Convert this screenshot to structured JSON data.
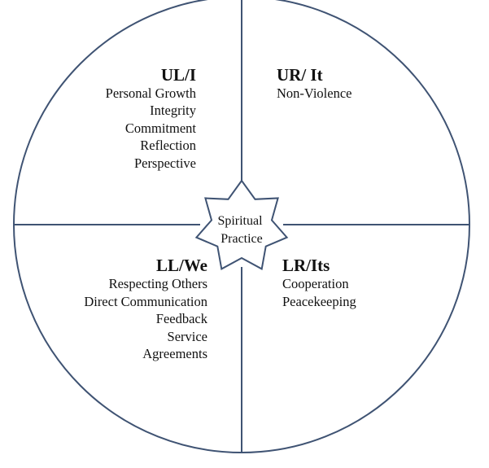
{
  "colors": {
    "outline": "#3f5373",
    "text": "#111111",
    "background": "#ffffff"
  },
  "quadrants": {
    "upper_left": {
      "heading": "UL/I",
      "items": [
        "Personal Growth",
        "Integrity",
        "Commitment",
        "Reflection",
        "Perspective"
      ]
    },
    "upper_right": {
      "heading": "UR/ It",
      "items": [
        "Non-Violence"
      ]
    },
    "lower_left": {
      "heading": "LL/We",
      "items": [
        "Respecting Others",
        "Direct Communication",
        "Feedback",
        "Service",
        "Agreements"
      ]
    },
    "lower_right": {
      "heading": "LR/Its",
      "items": [
        "Cooperation",
        "Peacekeeping"
      ]
    }
  },
  "center": {
    "lines": [
      "Spiritual",
      "Practice"
    ]
  }
}
